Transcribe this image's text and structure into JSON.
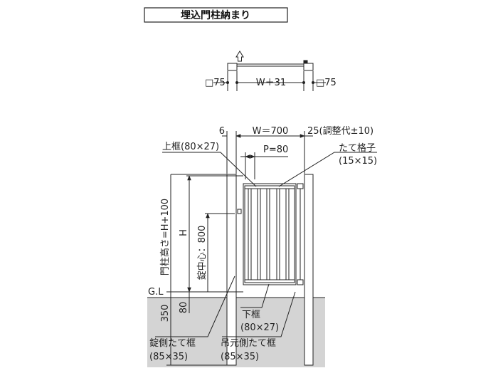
{
  "title": "埋込門柱納まり",
  "plan": {
    "post_left": "□75",
    "width": "W＋31",
    "post_right": "□75"
  },
  "elevation": {
    "gap_left": "6",
    "width": "W＝700",
    "gap_right": "25(調整代±10)",
    "top_rail": "上框(80×27)",
    "pitch": "P=80",
    "picket_name": "たて格子",
    "picket_size": "(15×15)",
    "post_height": "門柱高さ=H+100",
    "gate_height": "H",
    "lock_center": "錠中心：800",
    "ground": "G.L",
    "embed_depth": "350",
    "bottom_gap": "80",
    "bottom_rail_name": "下框",
    "bottom_rail_size": "(80×27)",
    "lock_stile_name": "錠側たて框",
    "lock_stile_size": "(85×35)",
    "hinge_stile_name": "吊元側たて框",
    "hinge_stile_size": "(85×35)"
  },
  "colors": {
    "line": "#222222",
    "ground_fill": "#d4d4d4"
  }
}
